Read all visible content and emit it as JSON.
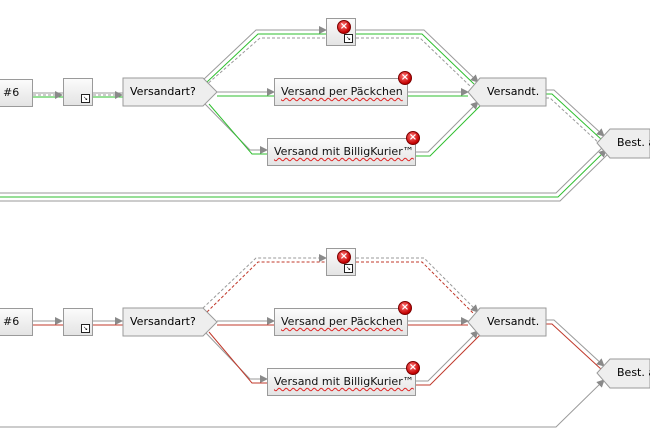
{
  "colors": {
    "green": "#2fbf2f",
    "red": "#c0392b",
    "gray": "#9a9a9a",
    "error": "#d40000"
  },
  "icons": {
    "error": "error-icon",
    "subprocess": "subprocess-icon",
    "gateway": "gateway-shape"
  },
  "top": {
    "start_label": "#6",
    "gateway_label": "Versandart?",
    "task_packet": "Versand per Päckchen",
    "task_courier": "Versand mit BilligKurier™",
    "merge_label": "Versandt.",
    "end_label": "Best. a"
  },
  "bottom": {
    "start_label": "#6",
    "gateway_label": "Versandart?",
    "task_packet": "Versand per Päckchen",
    "task_courier": "Versand mit BilligKurier™",
    "merge_label": "Versandt.",
    "end_label": "Best. a"
  }
}
